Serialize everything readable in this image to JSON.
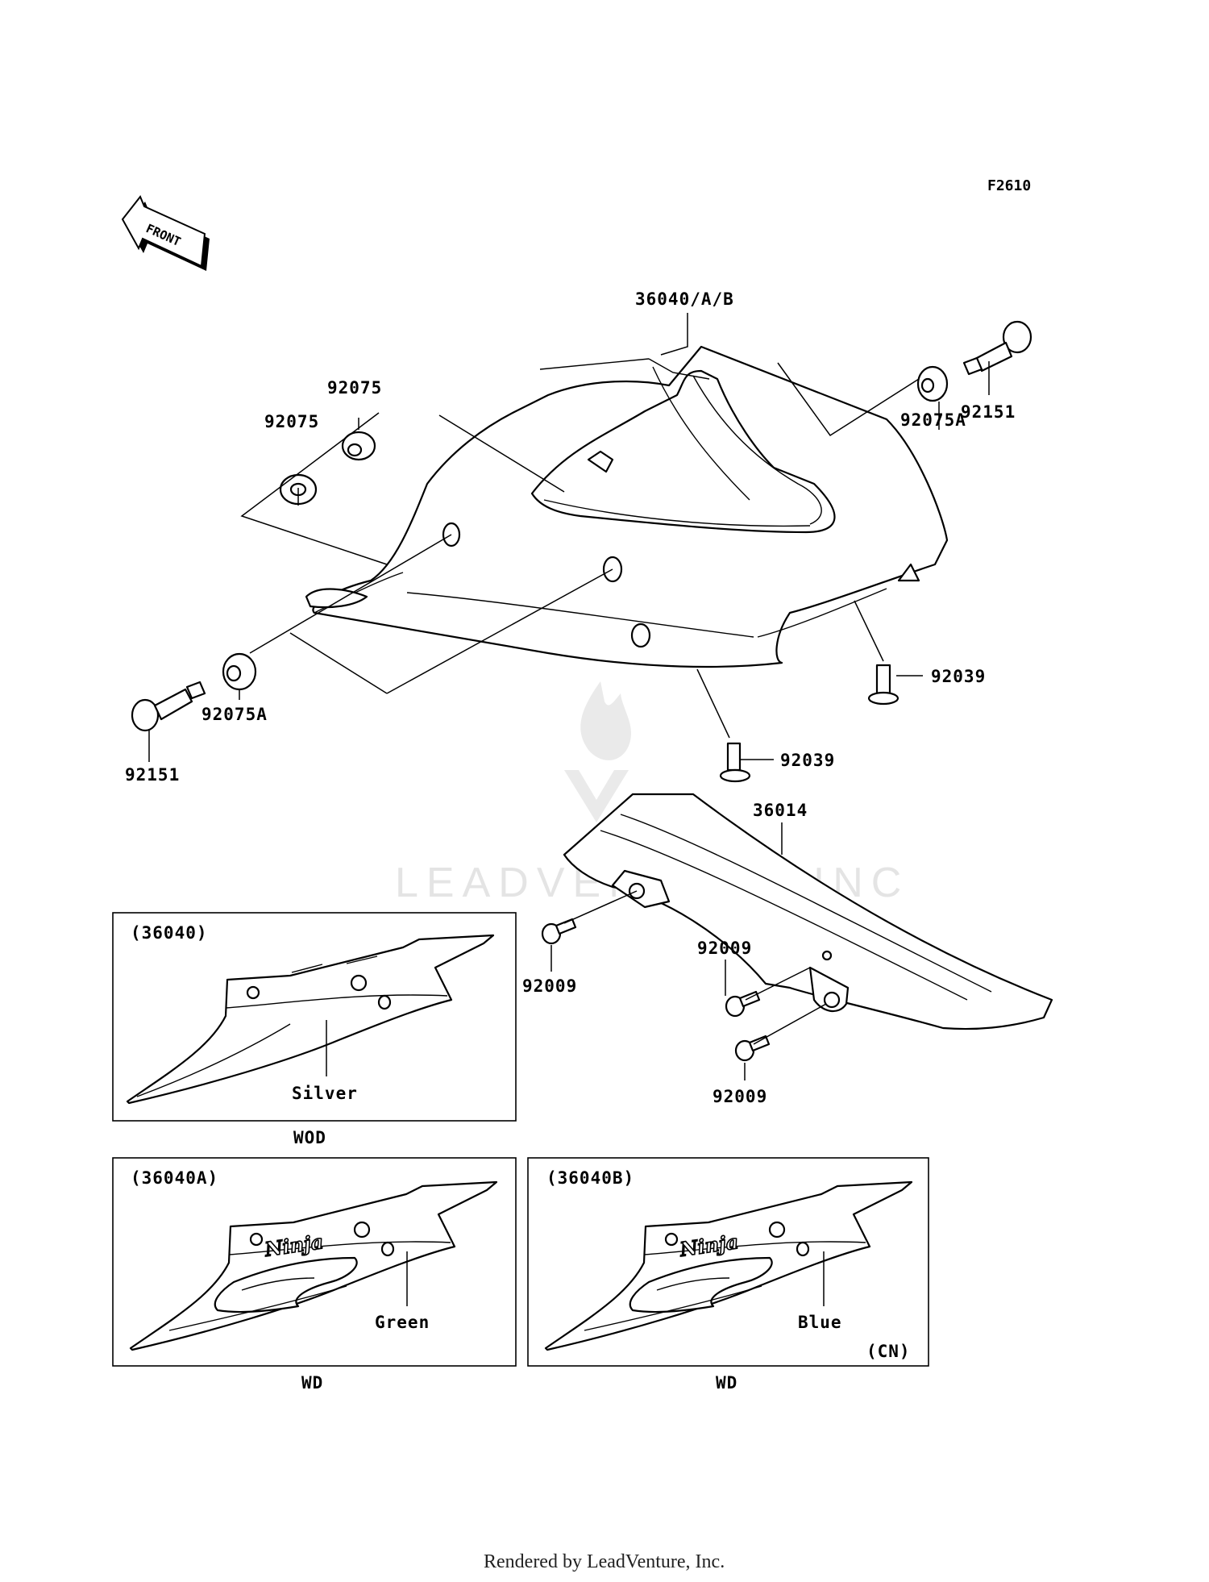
{
  "diagram": {
    "figure_code": "F2610",
    "front_arrow_label": "FRONT",
    "watermark": "LEADVENTURE INC",
    "footer": "Rendered by LeadVenture, Inc.",
    "callouts": {
      "c36040AB": "36040/A/B",
      "c92151_top": "92151",
      "c92075A_top": "92075A",
      "c92075_a": "92075",
      "c92075_b": "92075",
      "c92075A_bottom": "92075A",
      "c92151_bottom": "92151",
      "c92039_right": "92039",
      "c92039_center": "92039",
      "c36014": "36014",
      "c92009_left": "92009",
      "c92009_mid": "92009",
      "c92009_bottom": "92009"
    },
    "variants": [
      {
        "code": "(36040)",
        "color": "Silver",
        "market": "WOD",
        "note": ""
      },
      {
        "code": "(36040A)",
        "color": "Green",
        "market": "WD",
        "note": "",
        "decal": "Ninja"
      },
      {
        "code": "(36040B)",
        "color": "Blue",
        "market": "WD",
        "note": "(CN)",
        "decal": "Ninja"
      }
    ]
  }
}
